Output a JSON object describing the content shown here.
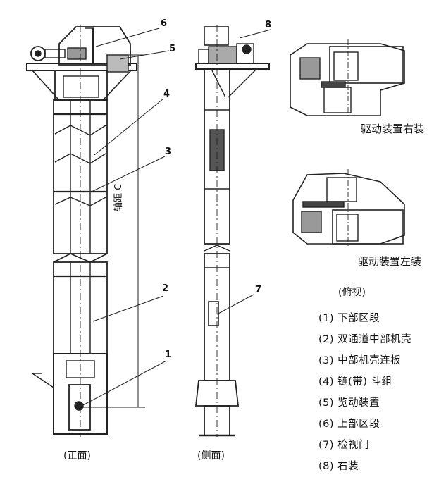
{
  "callouts": [
    "1",
    "2",
    "3",
    "4",
    "5",
    "6",
    "7",
    "8"
  ],
  "dimension_label": "轴距 C",
  "views": {
    "front": "(正面)",
    "side": "(侧面)",
    "top": "(俯视)"
  },
  "drive_labels": {
    "right": "驱动装置右装",
    "left": "驱动装置左装"
  },
  "legend": [
    "(1) 下部区段",
    "(2) 双通道中部机壳",
    "(3) 中部机壳连板",
    "(4) 链(带) 斗组",
    "(5) 览动装置",
    "(6) 上部区段",
    "(7) 检视门",
    "(8) 右装"
  ]
}
